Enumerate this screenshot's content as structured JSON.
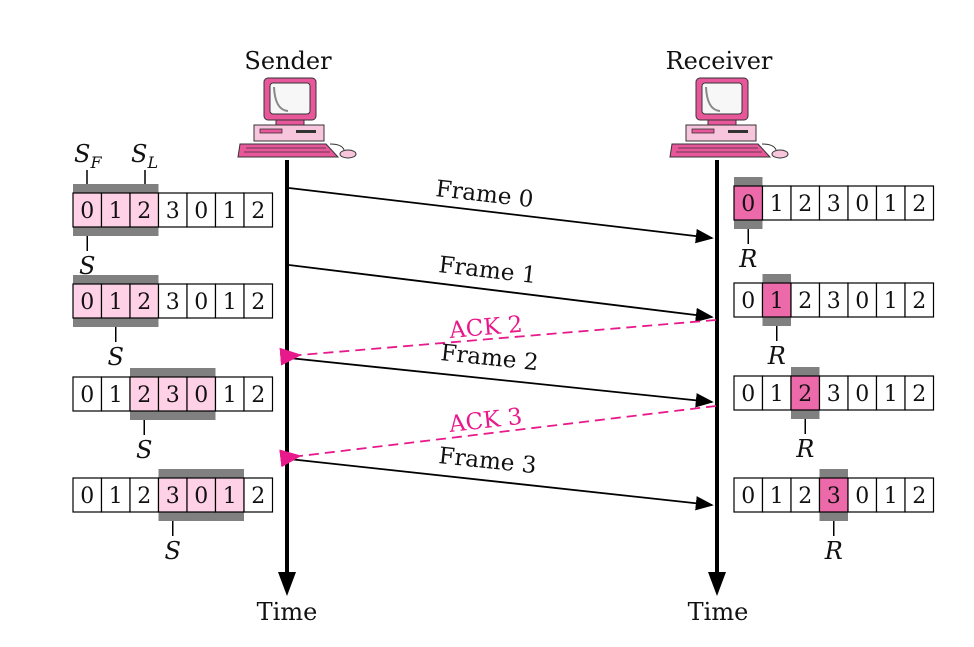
{
  "title_sender": "Sender",
  "title_receiver": "Receiver",
  "time_label_sender": "Time",
  "time_label_receiver": "Time",
  "sf_label": "S",
  "sf_sub": "F",
  "sl_label": "S",
  "sl_sub": "L",
  "s_label": "S",
  "r_label": "R",
  "frames": [
    "Frame 0",
    "Frame 1",
    "Frame 2",
    "Frame 3"
  ],
  "acks": [
    "ACK 2",
    "ACK 3"
  ],
  "sequence": [
    "0",
    "1",
    "2",
    "3",
    "0",
    "1",
    "2"
  ],
  "sender_windows": [
    {
      "start": 0,
      "end": 2,
      "s": 0
    },
    {
      "start": 0,
      "end": 2,
      "s": 1
    },
    {
      "start": 2,
      "end": 4,
      "s": 2
    },
    {
      "start": 3,
      "end": 5,
      "s": 3
    }
  ],
  "receiver_positions": [
    0,
    1,
    2,
    3
  ],
  "colors": {
    "window_fill": "#ffd1e6",
    "window_bar": "#808080",
    "receiver_fill": "#ec6aa9",
    "ack": "#e8198b",
    "line": "#000000",
    "computer_pink": "#e9579b",
    "computer_light": "#f7c6dd"
  },
  "icons": [
    "computer-icon",
    "computer-icon"
  ]
}
